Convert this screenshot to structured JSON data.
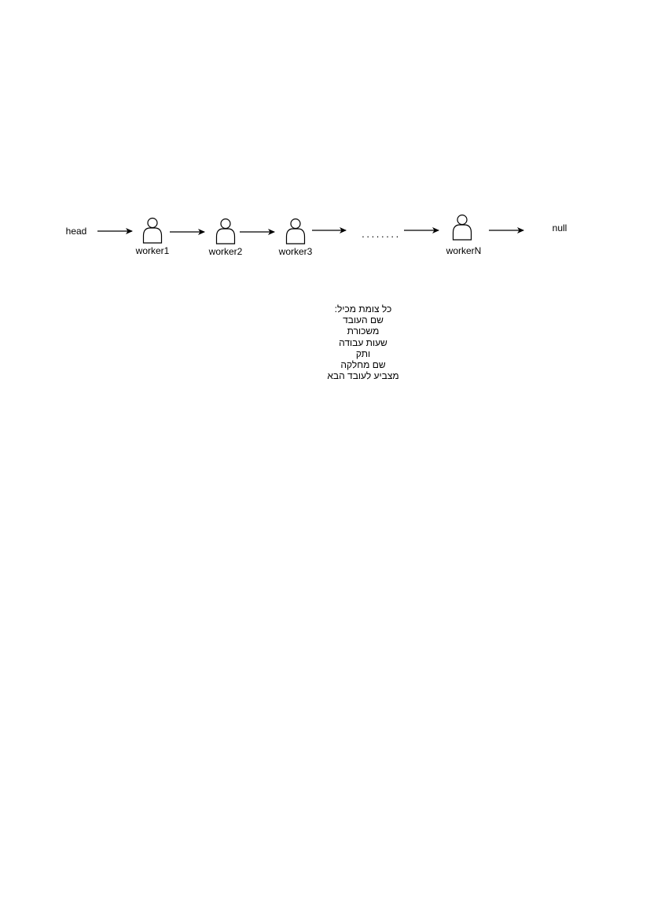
{
  "diagram": {
    "head_label": "head",
    "null_label": "null",
    "ellipsis": "........",
    "nodes": [
      {
        "id": "worker1",
        "label": "worker1"
      },
      {
        "id": "worker2",
        "label": "worker2"
      },
      {
        "id": "worker3",
        "label": "worker3"
      },
      {
        "id": "workerN",
        "label": "workerN"
      }
    ],
    "note": {
      "title": "כל צומת מכיל:",
      "lines": [
        "שם העובד",
        "משכורת",
        "שעות עבודה",
        "ותק",
        "שם מחלקה",
        "מצביע לעובד הבא"
      ]
    }
  }
}
